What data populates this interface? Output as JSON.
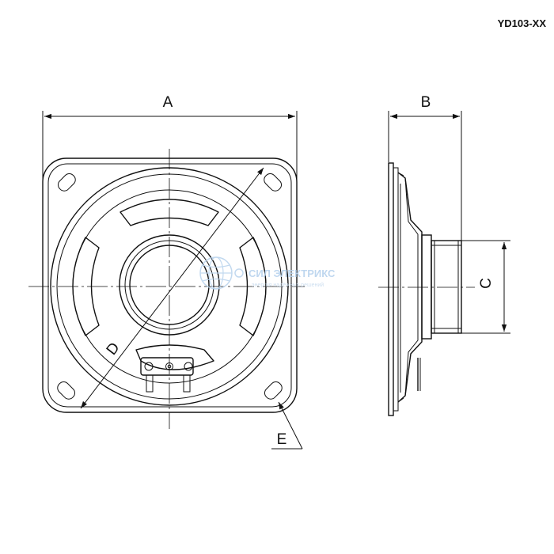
{
  "model": "YD103-XX",
  "dimensions": {
    "a": "A",
    "b": "B",
    "c": "C",
    "d": "D",
    "e": "E"
  },
  "watermark": {
    "name": "СИЛ ЭЛЕКТРИКС",
    "tagline": "энергия надёжных решений"
  },
  "colors": {
    "line": "#111111",
    "watermark": "#b9d3ee"
  }
}
